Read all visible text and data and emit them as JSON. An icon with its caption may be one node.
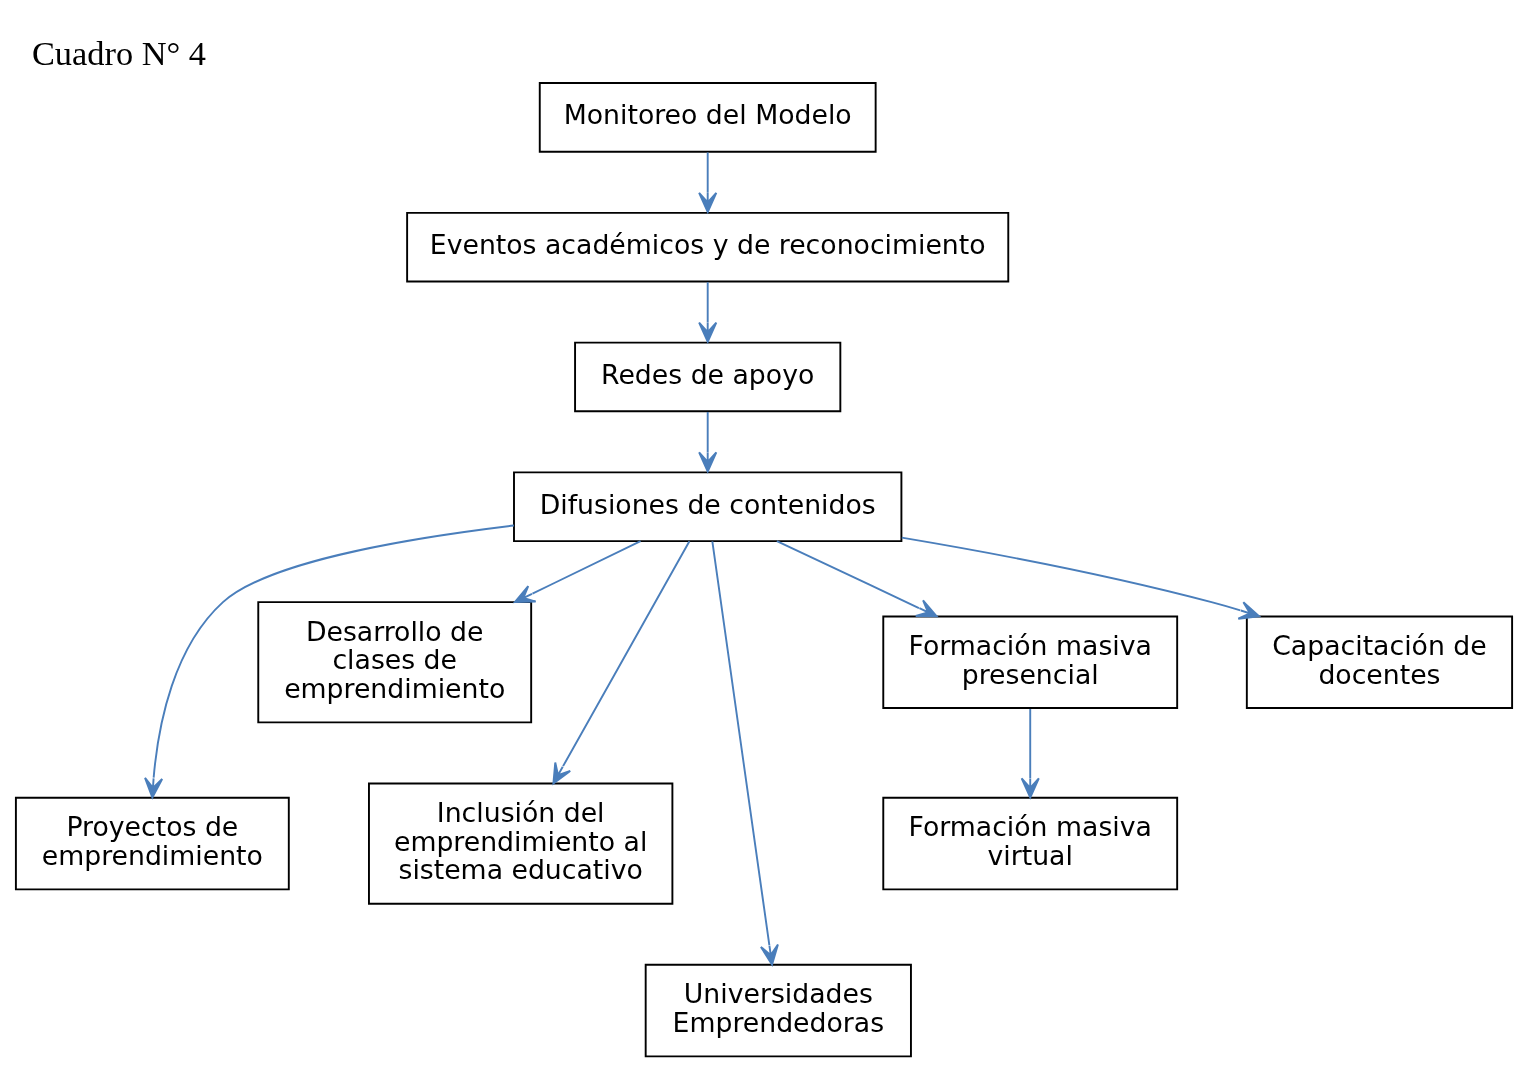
{
  "diagram": {
    "title": "Cuadro N° 4",
    "nodes": [
      {
        "text": [
          "Monitoreo del Modelo"
        ]
      },
      {
        "text": [
          "Eventos académicos y de reconocimiento"
        ]
      },
      {
        "text": [
          "Redes de apoyo"
        ]
      },
      {
        "text": [
          "Difusiones de contenidos"
        ]
      },
      {
        "text": [
          "Proyectos de emprendimiento"
        ]
      },
      {
        "text": [
          "Desarrollo de clases de emprendimiento"
        ]
      },
      {
        "text": [
          "Inclusión del emprendimiento al sistema educativo"
        ]
      },
      {
        "text": [
          "Universidades Emprendedoras"
        ]
      },
      {
        "text": [
          "Formación masiva presencial"
        ]
      },
      {
        "text": [
          "Capacitación de docentes"
        ]
      },
      {
        "text": [
          "Formación masiva virtual"
        ]
      }
    ],
    "edges": [
      {
        "from": 0,
        "to": 1,
        "arrow": "to"
      },
      {
        "from": 1,
        "to": 2,
        "arrow": "to"
      },
      {
        "from": 2,
        "to": 3,
        "arrow": "to"
      },
      {
        "from": 3,
        "to": 4,
        "arrow": "to"
      },
      {
        "from": 3,
        "to": 5,
        "arrow": "to"
      },
      {
        "from": 3,
        "to": 6,
        "arrow": "to"
      },
      {
        "from": 3,
        "to": 7,
        "arrow": "to"
      },
      {
        "from": 3,
        "to": 8,
        "arrow": "to"
      },
      {
        "from": 3,
        "to": 9,
        "arrow": "to"
      },
      {
        "from": 8,
        "to": 10,
        "arrow": "to"
      }
    ]
  }
}
